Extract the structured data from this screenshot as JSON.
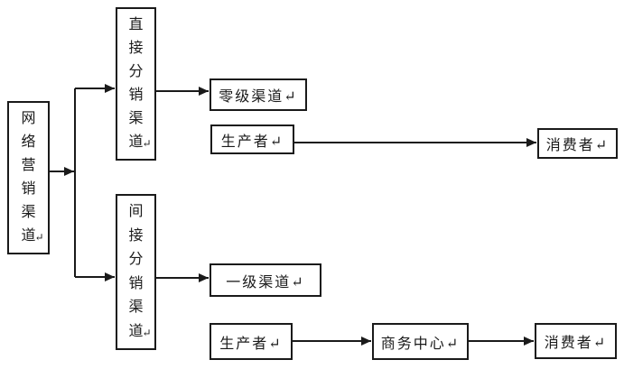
{
  "diagram": {
    "type": "flowchart",
    "background_color": "#ffffff",
    "line_color": "#1a1a1a",
    "nodes": {
      "root": "网络营销渠道↵",
      "direct": "直接分销渠道↵",
      "indirect": "间接分销渠道↵",
      "zero_level": "零级渠道↵",
      "producer_top": "生产者↵",
      "consumer_top": "消费者↵",
      "first_level": "一级渠道↵",
      "producer_bottom": "生产者↵",
      "business_center": "商务中心↵",
      "consumer_bottom": "消费者↵"
    },
    "edges": [
      {
        "from": "网络营销渠道",
        "to": "直接分销渠道"
      },
      {
        "from": "网络营销渠道",
        "to": "间接分销渠道"
      },
      {
        "from": "直接分销渠道",
        "to": "零级渠道"
      },
      {
        "from": "间接分销渠道",
        "to": "一级渠道"
      },
      {
        "from": "生产者",
        "to": "消费者",
        "channel": "零级渠道"
      },
      {
        "from": "生产者",
        "to": "商务中心",
        "channel": "一级渠道"
      },
      {
        "from": "商务中心",
        "to": "消费者",
        "channel": "一级渠道"
      }
    ]
  }
}
